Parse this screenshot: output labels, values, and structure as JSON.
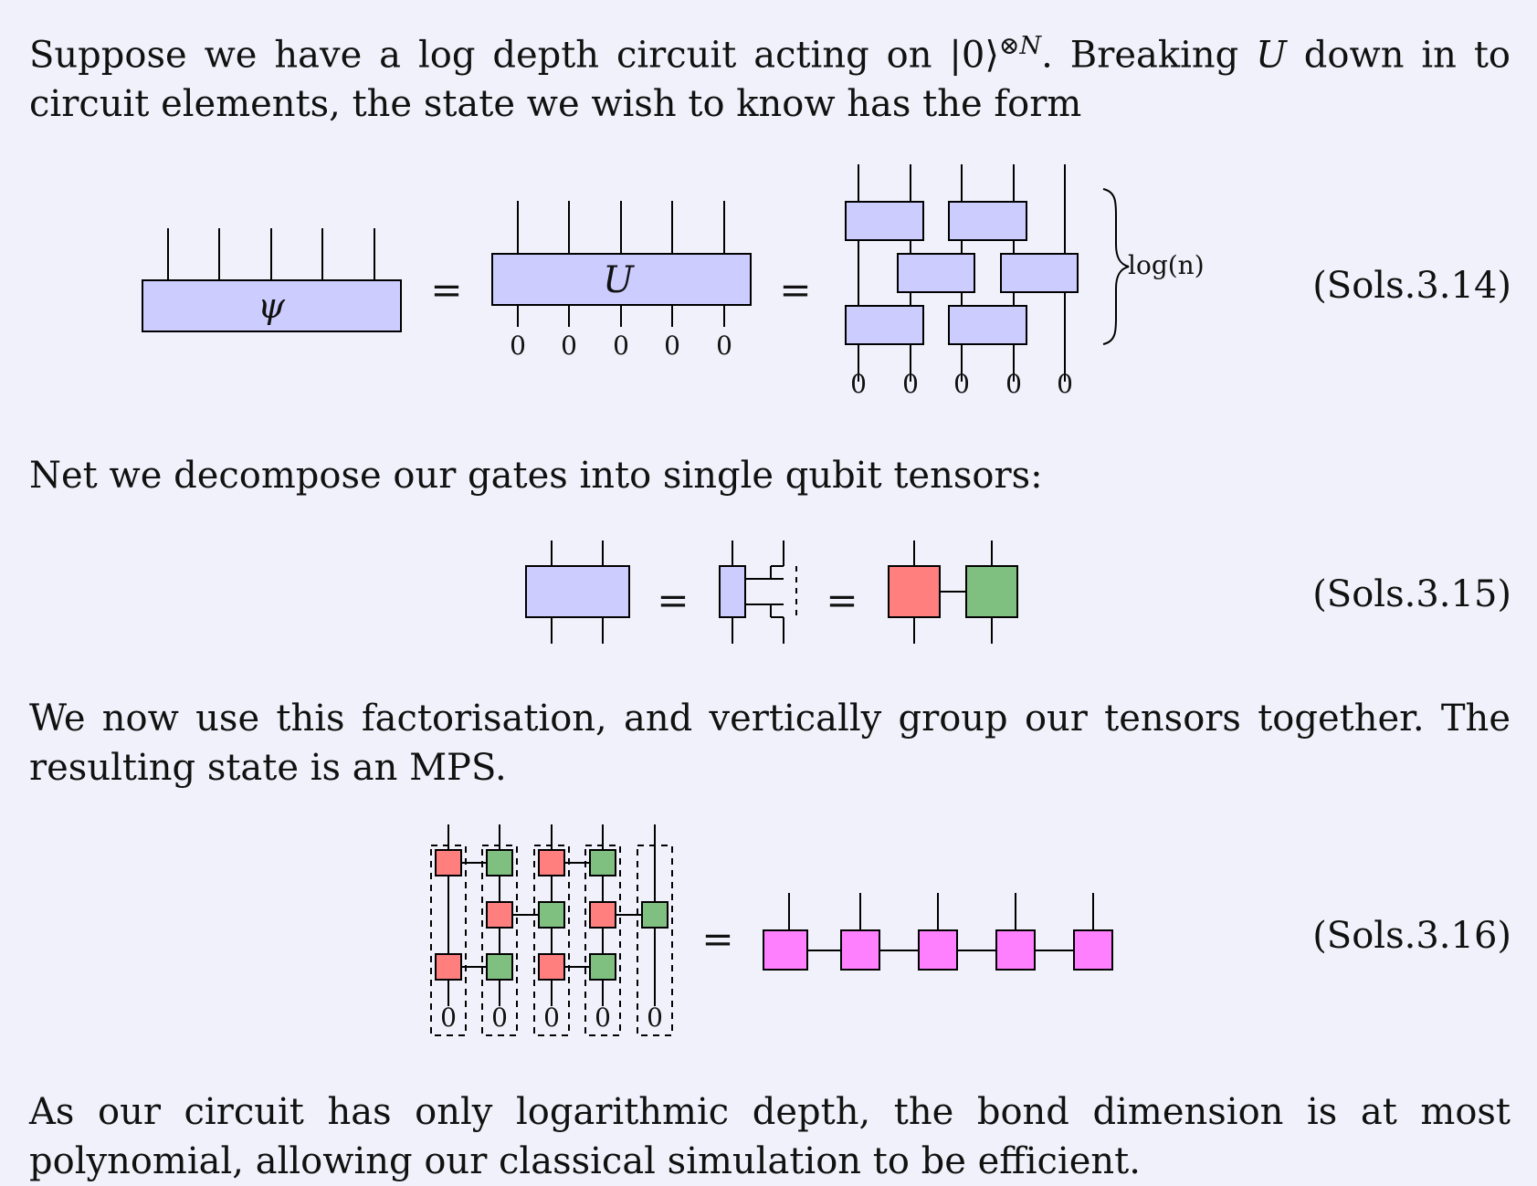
{
  "paragraphs": {
    "p1": {
      "t1": "Suppose we have a log depth circuit acting on ",
      "ket": "|0⟩",
      "sup": "⊗N",
      "t2": ". Breaking ",
      "U": "U",
      "t3": " down in to circuit elements, the state we wish to know has the form"
    },
    "p2": "Net we decompose our gates into single qubit tensors:",
    "p3": "We now use this factorisation, and vertically group our tensors together. The resulting state is an MPS.",
    "p4": "As our circuit has only logarithmic depth, the bond dimension is at most polynomial, allowing our classical simulation to be efficient."
  },
  "equations": {
    "eq1": {
      "number": "(Sols.3.14)",
      "psi_label": "ψ",
      "u_label": "U",
      "equals": "=",
      "zero": "0",
      "brace_label": "log(n)"
    },
    "eq2": {
      "number": "(Sols.3.15)",
      "equals": "="
    },
    "eq3": {
      "number": "(Sols.3.16)",
      "equals": "=",
      "zero": "0"
    }
  },
  "colors": {
    "background": "#f1f1fb",
    "gate_fill": "#ccccff",
    "tensor_red": "#ff7f7f",
    "tensor_green": "#7fbf7f",
    "mps_magenta": "#ff80ff",
    "stroke": "#000000"
  }
}
